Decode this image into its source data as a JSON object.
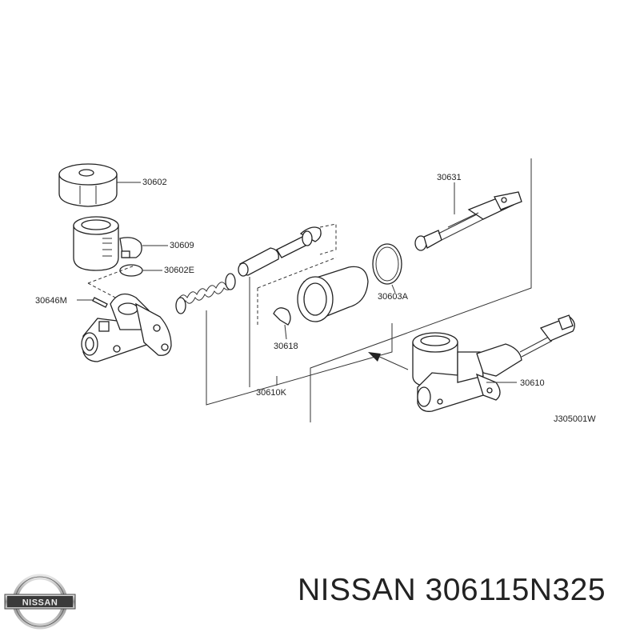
{
  "labels": {
    "p30602": "30602",
    "p30609": "30609",
    "p30602e": "30602E",
    "p30646m": "30646M",
    "p30631": "30631",
    "p30603a": "30603A",
    "p30618": "30618",
    "p30610k": "30610K",
    "p30610": "30610",
    "code": "J305001W"
  },
  "brand": {
    "logo_text": "NISSAN",
    "caption": "NISSAN 306115N325"
  }
}
